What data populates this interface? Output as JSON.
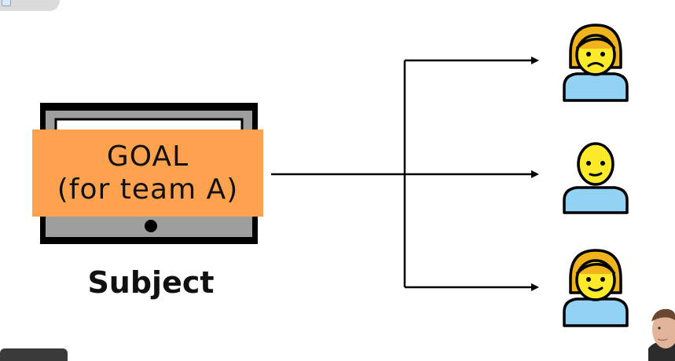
{
  "goal_box": {
    "line1": "GOAL",
    "line2": "(for team A)"
  },
  "subject_label": "Subject",
  "colors": {
    "goal_fill": "#ffa24f",
    "tablet_frame": "#000000",
    "tablet_screen": "#9e9e9e",
    "arrow": "#000000",
    "person_skin": "#fcea2b",
    "person_hair": "#f1b31c",
    "person_shirt": "#92d3f5"
  },
  "icons": {
    "tablet": "tablet-icon",
    "people": [
      "person-sad-icon",
      "person-neutral-icon",
      "person-smiling-icon"
    ]
  }
}
